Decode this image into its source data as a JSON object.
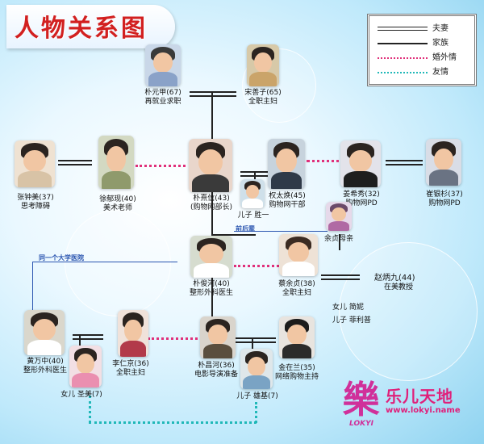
{
  "title": "人物关系图",
  "legend": [
    {
      "label": "夫妻",
      "style": "couple"
    },
    {
      "label": "家族",
      "style": "family"
    },
    {
      "label": "婚外情",
      "style": "affair"
    },
    {
      "label": "友情",
      "style": "friend"
    }
  ],
  "colors": {
    "title": "#d22020",
    "affair": "#e0307a",
    "friend": "#20b8b8",
    "note": "#2a55b0",
    "watermark": "#e0207a"
  },
  "people": {
    "park_won": {
      "name": "朴元甲(67)",
      "role": "再就业求职"
    },
    "song_seonja": {
      "name": "宋善子(65)",
      "role": "全职主妇"
    },
    "zhang_zhongmei": {
      "name": "张钟美(37)",
      "role": "思考障碍"
    },
    "xu_yuxian": {
      "name": "徐郁现(40)",
      "role": "美术老师"
    },
    "park_huixin": {
      "name": "朴熹信(43)",
      "role": "(购物网部长)"
    },
    "son_shengyi": {
      "name": "儿子 胜一"
    },
    "quan_taixiu": {
      "name": "权太焕(45)",
      "role": "购物网干部"
    },
    "jiang_xixiu": {
      "name": "姜希秀(32)",
      "role": "购物网PD"
    },
    "cui_yinshan": {
      "name": "崔银杉(37)",
      "role": "购物网PD"
    },
    "yu_zhen_mother": {
      "name": "余贞母亲"
    },
    "park_junhe": {
      "name": "朴俊河(40)",
      "role": "整形外科医生"
    },
    "cai_yuzhen": {
      "name": "蔡余贞(38)",
      "role": "全职主妇"
    },
    "zhao_bingjiu": {
      "name": "赵炳九(44)",
      "role": "在美教授"
    },
    "zhao_daughter": {
      "name": "女儿 简妮"
    },
    "zhao_son": {
      "name": "儿子 菲利普"
    },
    "huang_wanzhong": {
      "name": "黄万中(40)",
      "role": "整形外科医生"
    },
    "li_renjing": {
      "name": "李仁京(36)",
      "role": "全职主妇"
    },
    "park_changhe": {
      "name": "朴昌河(36)",
      "role": "电影导演准备"
    },
    "jin_zailan": {
      "name": "金在兰(35)",
      "role": "网络购物主持"
    },
    "daughter_shengmei": {
      "name": "女儿 圣美(7)"
    },
    "son_xiongji": {
      "name": "儿子 雄基(7)"
    }
  },
  "notes": {
    "former_in_law": "前后辈",
    "same_university": "同一个大学医院"
  },
  "watermark": {
    "logo": "樂",
    "logo_sub": "LOKYI",
    "name": "乐儿天地",
    "url": "www.lokyi.name"
  }
}
